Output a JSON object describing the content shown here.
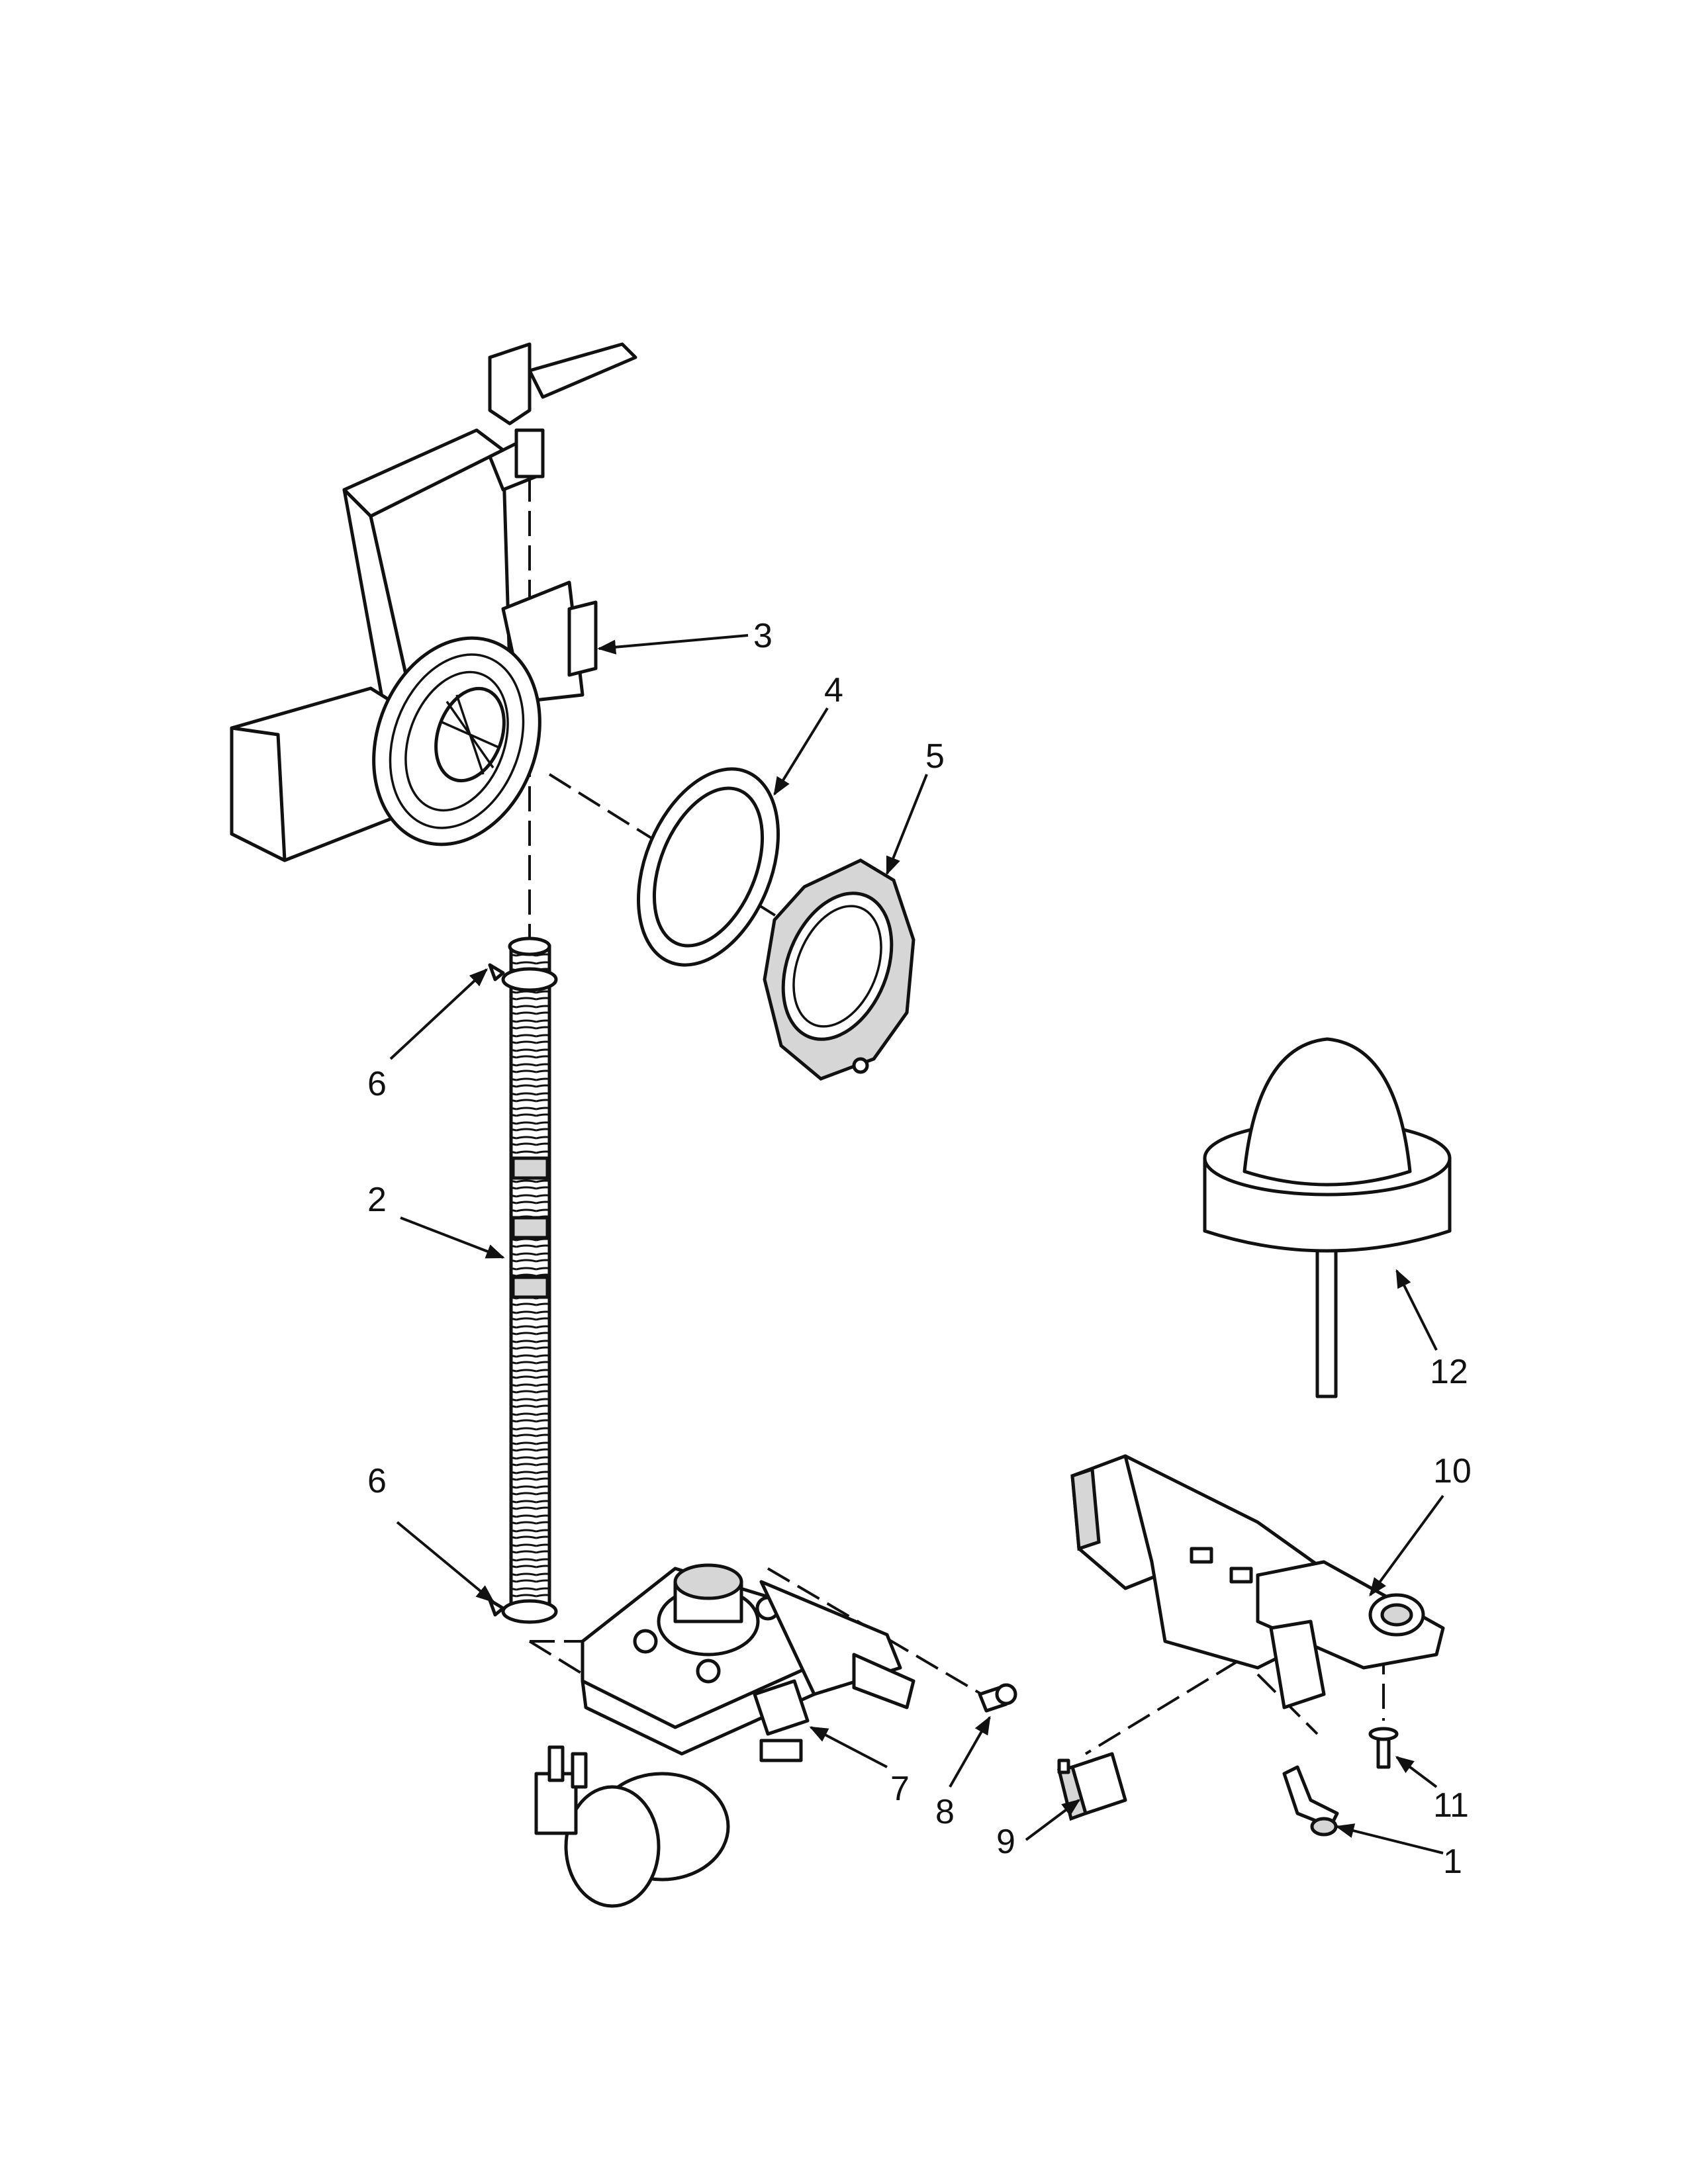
{
  "diagram": {
    "callouts": {
      "c1": "1",
      "c2": "2",
      "c3": "3",
      "c4": "4",
      "c5": "5",
      "c6a": "6",
      "c6b": "6",
      "c7": "7",
      "c8": "8",
      "c9": "9",
      "c10": "10",
      "c11": "11",
      "c12": "12"
    }
  }
}
